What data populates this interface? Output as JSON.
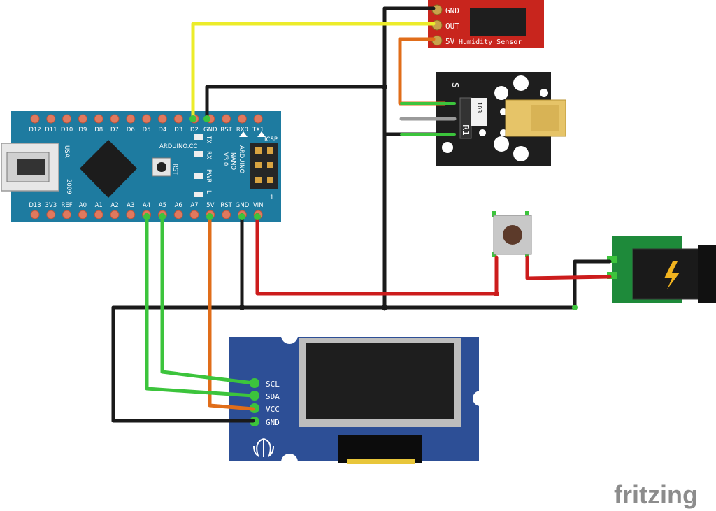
{
  "arduino": {
    "top_pins": [
      "D12",
      "D11",
      "D10",
      "D9",
      "D8",
      "D7",
      "D6",
      "D5",
      "D4",
      "D3",
      "D2",
      "GND",
      "RST",
      "RX0",
      "TX1"
    ],
    "bottom_pins": [
      "D13",
      "3V3",
      "REF",
      "A0",
      "A1",
      "A2",
      "A3",
      "A4",
      "A5",
      "A6",
      "A7",
      "5V",
      "RST",
      "GND",
      "VIN"
    ],
    "brand": "ARDUINO.CC",
    "model_line1": "ARDUINO",
    "model_line2": "NANO",
    "model_line3": "V3.0",
    "usa": "USA",
    "year": "2009",
    "icsp": "ICSP",
    "rst": "RST",
    "tx": "TX",
    "rx": "RX",
    "pwr": "PWR",
    "l": "L",
    "one": "1"
  },
  "humidity_sensor": {
    "pins": [
      "GND",
      "OUT",
      "5V"
    ],
    "label": "Humidity Sensor"
  },
  "laser_module": {
    "s": "S",
    "minus": "-",
    "resistor": "103",
    "r1": "R1"
  },
  "oled": {
    "pins": [
      "SCL",
      "SDA",
      "VCC",
      "GND"
    ]
  },
  "footer": {
    "logo": "fritzing"
  },
  "colors": {
    "wire_black": "#1a1a1a",
    "wire_yellow": "#ecec2a",
    "wire_orange": "#e06d1a",
    "wire_green": "#3cc43c",
    "wire_red": "#cc1c1c",
    "arduino_pcb": "#1e7ba0",
    "sensor_pcb": "#c8251d",
    "oled_pcb": "#2d4f96",
    "dc_jack_pcb": "#1e8a3a"
  }
}
